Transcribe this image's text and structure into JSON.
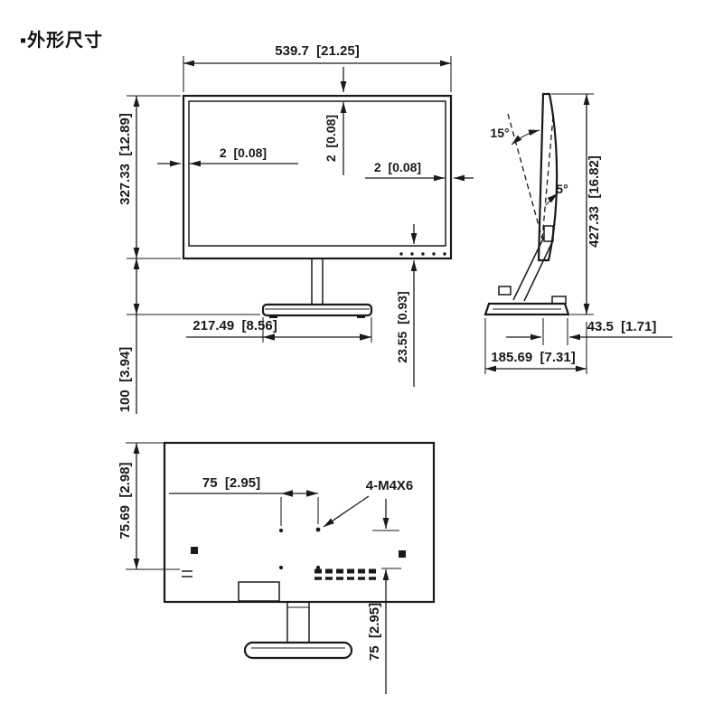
{
  "title": "▪外形尺寸",
  "front": {
    "overall_width": "539.7  [21.25]",
    "overall_height": "327.33  [12.89]",
    "top_bezel": "2  [0.08]",
    "left_bezel": "2  [0.08]",
    "right_bezel": "2  [0.08]",
    "base_width": "217.49  [8.56]",
    "stand_height": "100  [3.94]",
    "bottom_bezel": "23.55  [0.93]"
  },
  "side": {
    "tilt_back": "15°",
    "tilt_forward": "5°",
    "overall_height": "427.33  [16.82]",
    "neck_offset": "43.5  [1.71]",
    "base_depth": "185.69  [7.31]"
  },
  "rear": {
    "vesa_horizontal": "75  [2.95]",
    "vesa_vertical": "75  [2.95]",
    "vesa_top_offset": "75.69  [2.98]",
    "screw_spec": "4-M4X6"
  },
  "colors": {
    "line": "#1a1a1a",
    "background": "#ffffff"
  }
}
